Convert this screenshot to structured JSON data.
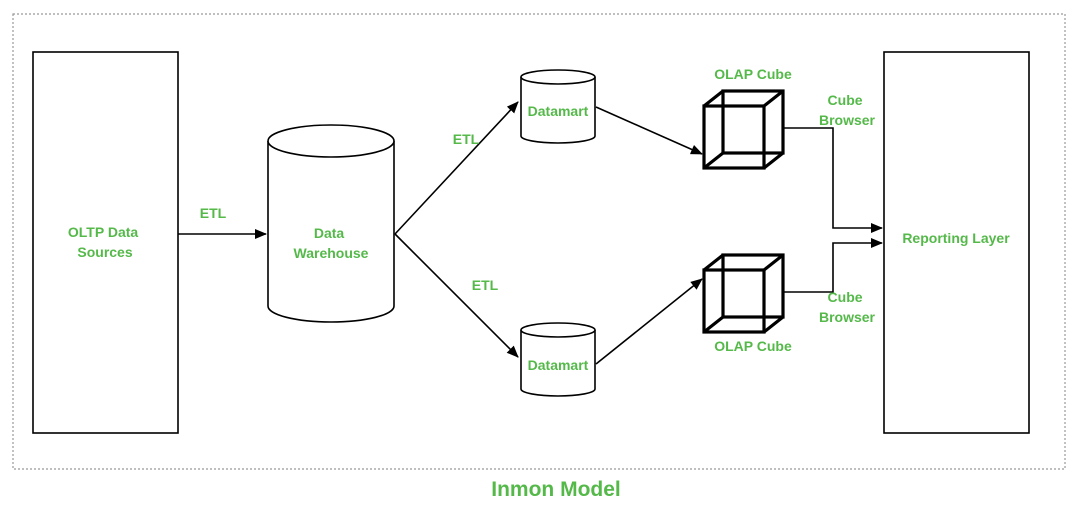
{
  "diagram": {
    "title": "Inmon Model",
    "nodes": {
      "oltp_sources": "OLTP Data\nSources",
      "data_warehouse": "Data\nWarehouse",
      "datamart_top": "Datamart",
      "datamart_bottom": "Datamart",
      "olap_cube_top": "OLAP Cube",
      "olap_cube_bottom": "OLAP Cube",
      "reporting_layer": "Reporting Layer"
    },
    "edges": {
      "etl_sources_to_warehouse": "ETL",
      "etl_warehouse_to_datamart_top": "ETL",
      "etl_warehouse_to_datamart_bottom": "ETL",
      "cube_browser_top": "Cube\nBrowser",
      "cube_browser_bottom": "Cube\nBrowser"
    },
    "colors": {
      "label": "#55b94a",
      "line": "#000000",
      "frame": "#999999"
    }
  }
}
